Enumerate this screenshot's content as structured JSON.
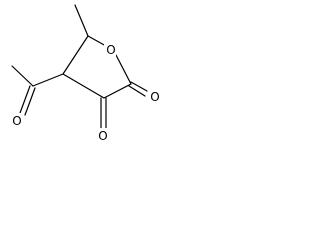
{
  "structure": {
    "atoms": [
      {
        "id": "ring_O",
        "label": "O"
      },
      {
        "id": "ketone_O",
        "label": "O"
      },
      {
        "id": "lactone_O",
        "label": "O"
      },
      {
        "id": "acetyl_O",
        "label": "O"
      }
    ]
  },
  "colors": {
    "bond": "#000000",
    "label": "#000000",
    "background": "#ffffff"
  }
}
